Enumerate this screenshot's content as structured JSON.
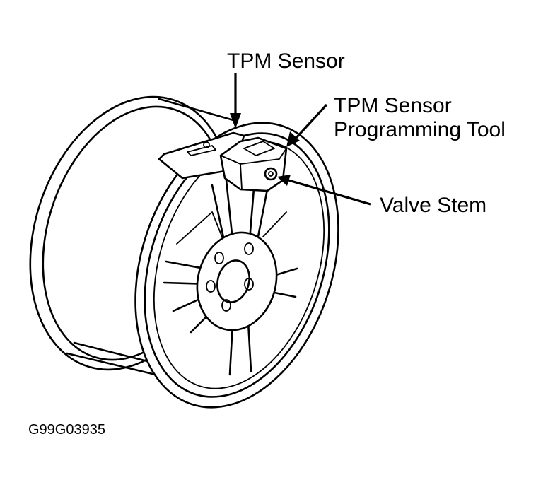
{
  "labels": {
    "tpm_sensor": "TPM Sensor",
    "programming_tool_line1": "TPM Sensor",
    "programming_tool_line2": "Programming Tool",
    "valve_stem": "Valve Stem"
  },
  "figure_id": "G99G03935",
  "colors": {
    "ink": "#000000",
    "background": "#ffffff"
  }
}
